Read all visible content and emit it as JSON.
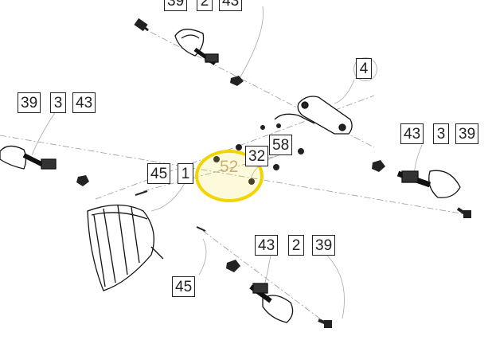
{
  "callouts": {
    "top_group": [
      "39",
      "2",
      "43"
    ],
    "part4": "4",
    "left_group": [
      "39",
      "3",
      "43"
    ],
    "right_group": [
      "43",
      "3",
      "39"
    ],
    "center_58": "58",
    "center_32": "32",
    "center_52": "52",
    "center_45": "45",
    "center_1": "1",
    "bottom_group": [
      "43",
      "2",
      "39"
    ],
    "bottom_45": "45"
  },
  "highlight_color": "#f2d400"
}
